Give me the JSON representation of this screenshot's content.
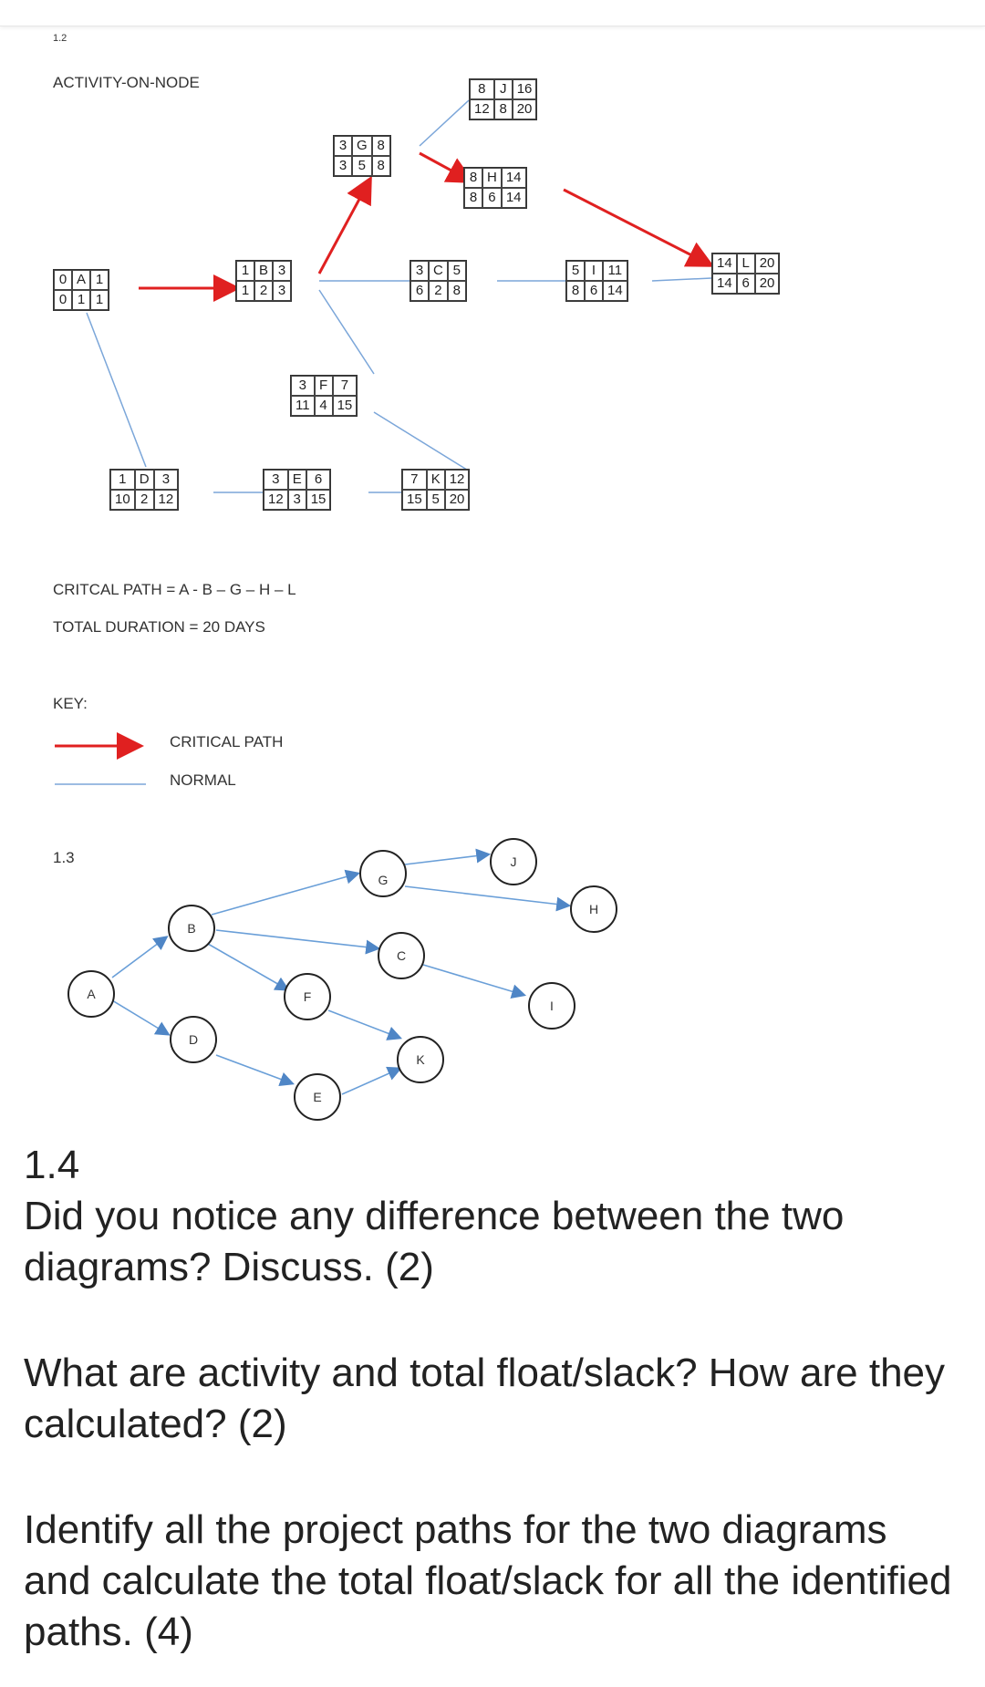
{
  "section_top": "1.2",
  "aon_title": "ACTIVITY-ON-NODE",
  "nodes": {
    "A": [
      "0",
      "A",
      "1",
      "0",
      "1",
      "1"
    ],
    "B": [
      "1",
      "B",
      "3",
      "1",
      "2",
      "3"
    ],
    "G": [
      "3",
      "G",
      "8",
      "3",
      "5",
      "8"
    ],
    "J": [
      "8",
      "J",
      "16",
      "12",
      "8",
      "20"
    ],
    "H": [
      "8",
      "H",
      "14",
      "8",
      "6",
      "14"
    ],
    "C": [
      "3",
      "C",
      "5",
      "6",
      "2",
      "8"
    ],
    "I": [
      "5",
      "I",
      "11",
      "8",
      "6",
      "14"
    ],
    "L": [
      "14",
      "L",
      "20",
      "14",
      "6",
      "20"
    ],
    "F": [
      "3",
      "F",
      "7",
      "11",
      "4",
      "15"
    ],
    "D": [
      "1",
      "D",
      "3",
      "10",
      "2",
      "12"
    ],
    "E": [
      "3",
      "E",
      "6",
      "12",
      "3",
      "15"
    ],
    "K": [
      "7",
      "K",
      "12",
      "15",
      "5",
      "20"
    ]
  },
  "critical_path_text": "CRITCAL PATH = A - B – G – H – L",
  "total_duration_text": "TOTAL DURATION = 20 DAYS",
  "key_label": "KEY:",
  "key_critical": "CRITICAL PATH",
  "key_normal": "NORMAL",
  "colors": {
    "critical": "#e02020",
    "normal": "#6a9fd8"
  },
  "section_13": "1.3",
  "aoa_nodes": [
    "A",
    "B",
    "D",
    "F",
    "E",
    "G",
    "C",
    "K",
    "J",
    "H",
    "I"
  ],
  "question_number": "1.4",
  "q1": "Did you notice any difference between the two diagrams? Discuss. (2)",
  "q2": "What are activity and total float/slack? How are they calculated? (2)",
  "q3": "Identify all the project paths for the two diagrams and calculate the total float/slack for all the identified paths. (4)"
}
